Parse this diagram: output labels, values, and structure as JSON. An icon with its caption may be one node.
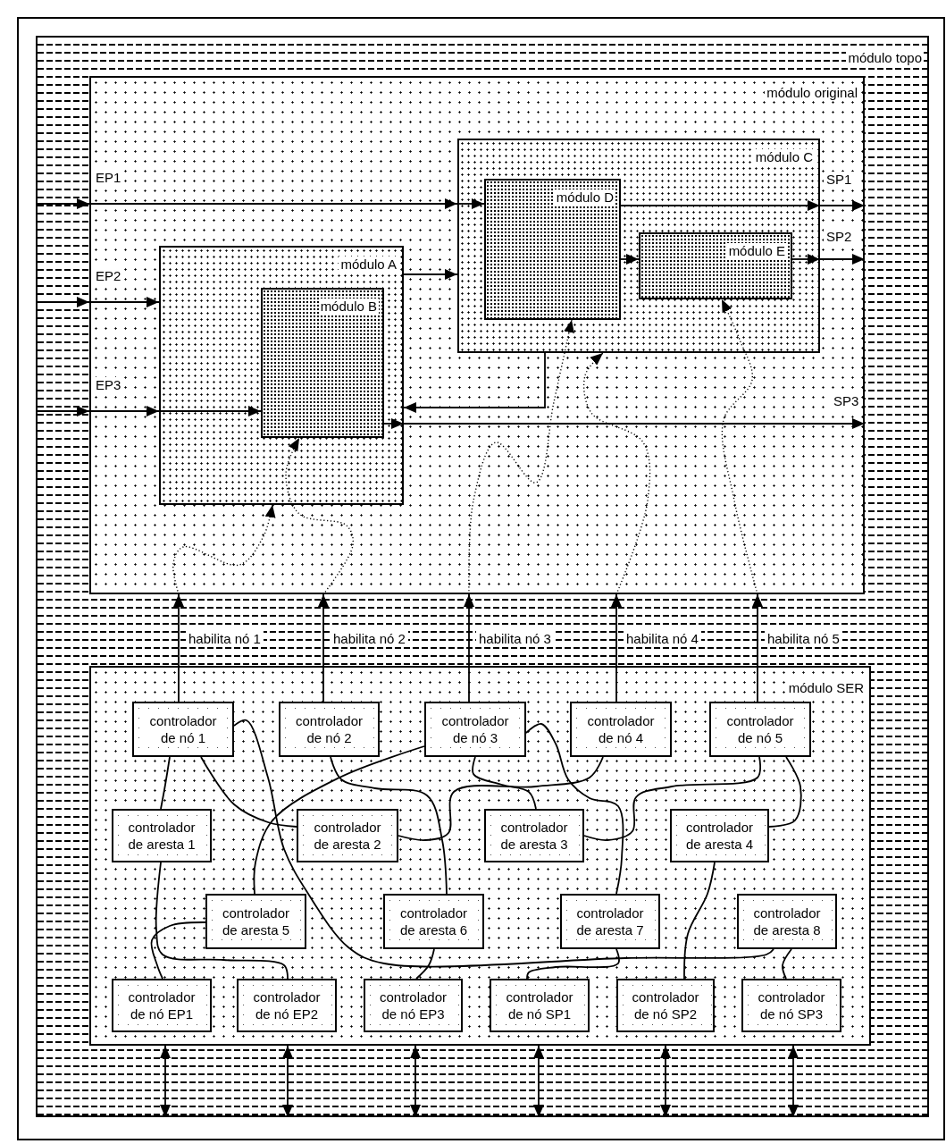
{
  "diagram": {
    "nodes": [
      {
        "text": [
          "módulo topo"
        ]
      },
      {
        "text": [
          "módulo original"
        ],
        "in": 0
      },
      {
        "text": [
          "módulo A"
        ],
        "in": 1
      },
      {
        "text": [
          "módulo B"
        ],
        "in": 2
      },
      {
        "text": [
          "módulo C"
        ],
        "in": 1
      },
      {
        "text": [
          "módulo D"
        ],
        "in": 4
      },
      {
        "text": [
          "módulo E"
        ],
        "in": 4
      },
      {
        "text": [
          "módulo SER"
        ],
        "in": 0
      },
      {
        "text": [
          "controlador de nó 1"
        ],
        "in": 7
      },
      {
        "text": [
          "controlador de nó 2"
        ],
        "in": 7
      },
      {
        "text": [
          "controlador de nó 3"
        ],
        "in": 7
      },
      {
        "text": [
          "controlador de nó 4"
        ],
        "in": 7
      },
      {
        "text": [
          "controlador de nó 5"
        ],
        "in": 7
      },
      {
        "text": [
          "controlador de aresta 1"
        ],
        "in": 7
      },
      {
        "text": [
          "controlador de aresta 2"
        ],
        "in": 7
      },
      {
        "text": [
          "controlador de aresta 3"
        ],
        "in": 7
      },
      {
        "text": [
          "controlador de aresta 4"
        ],
        "in": 7
      },
      {
        "text": [
          "controlador de aresta 5"
        ],
        "in": 7
      },
      {
        "text": [
          "controlador de aresta 6"
        ],
        "in": 7
      },
      {
        "text": [
          "controlador de aresta 7"
        ],
        "in": 7
      },
      {
        "text": [
          "controlador de aresta 8"
        ],
        "in": 7
      },
      {
        "text": [
          "controlador de nó EP1"
        ],
        "in": 7
      },
      {
        "text": [
          "controlador de nó EP2"
        ],
        "in": 7
      },
      {
        "text": [
          "controlador de nó EP3"
        ],
        "in": 7
      },
      {
        "text": [
          "controlador de nó SP1"
        ],
        "in": 7
      },
      {
        "text": [
          "controlador de nó SP2"
        ],
        "in": 7
      },
      {
        "text": [
          "controlador de nó SP3"
        ],
        "in": 7
      }
    ],
    "edges": [
      {
        "from": 0,
        "to": 1,
        "arrow": "to"
      },
      {
        "from": 1,
        "to": 4,
        "arrow": "to",
        "label": "EP1"
      },
      {
        "from": 4,
        "to": 5,
        "arrow": "to"
      },
      {
        "from": 0,
        "to": 1,
        "arrow": "to"
      },
      {
        "from": 1,
        "to": 2,
        "arrow": "to",
        "label": "EP2"
      },
      {
        "from": 2,
        "to": 4,
        "arrow": "to"
      },
      {
        "from": 0,
        "to": 1,
        "arrow": "to"
      },
      {
        "from": 1,
        "to": 2,
        "arrow": "to",
        "label": "EP3"
      },
      {
        "from": 2,
        "to": 3,
        "arrow": "to"
      },
      {
        "from": 3,
        "to": 2,
        "arrow": "to"
      },
      {
        "from": 2,
        "to": 1,
        "arrow": "to",
        "label": "SP3"
      },
      {
        "from": 4,
        "to": 2,
        "arrow": "to"
      },
      {
        "from": 5,
        "to": 4,
        "arrow": "to"
      },
      {
        "from": 4,
        "to": 1,
        "arrow": "to",
        "label": "SP1"
      },
      {
        "from": 5,
        "to": 6,
        "arrow": "to"
      },
      {
        "from": 6,
        "to": 4,
        "arrow": "to"
      },
      {
        "from": 4,
        "to": 1,
        "arrow": "to",
        "label": "SP2"
      },
      {
        "from": 8,
        "to": 1,
        "arrow": "to",
        "label": "habilita nó 1"
      },
      {
        "from": 9,
        "to": 1,
        "arrow": "to",
        "label": "habilita nó 2"
      },
      {
        "from": 10,
        "to": 1,
        "arrow": "to",
        "label": "habilita nó 3"
      },
      {
        "from": 11,
        "to": 1,
        "arrow": "to",
        "label": "habilita nó 4"
      },
      {
        "from": 12,
        "to": 1,
        "arrow": "to",
        "label": "habilita nó 5"
      },
      {
        "from": 1,
        "to": 2,
        "arrow": "to",
        "style": "dashed"
      },
      {
        "from": 1,
        "to": 3,
        "arrow": "to",
        "style": "dashed"
      },
      {
        "from": 1,
        "to": 5,
        "arrow": "to",
        "style": "dashed"
      },
      {
        "from": 1,
        "to": 4,
        "arrow": "to",
        "style": "dashed"
      },
      {
        "from": 1,
        "to": 6,
        "arrow": "to",
        "style": "dashed"
      },
      {
        "from": 8,
        "to": 13,
        "arrow": "none"
      },
      {
        "from": 8,
        "to": 14,
        "arrow": "none"
      },
      {
        "from": 8,
        "to": 20,
        "arrow": "none"
      },
      {
        "from": 9,
        "to": 18,
        "arrow": "none"
      },
      {
        "from": 10,
        "to": 17,
        "arrow": "none"
      },
      {
        "from": 10,
        "to": 15,
        "arrow": "none"
      },
      {
        "from": 10,
        "to": 19,
        "arrow": "none"
      },
      {
        "from": 11,
        "to": 14,
        "arrow": "none"
      },
      {
        "from": 12,
        "to": 15,
        "arrow": "none"
      },
      {
        "from": 12,
        "to": 16,
        "arrow": "none"
      },
      {
        "from": 13,
        "to": 22,
        "arrow": "none"
      },
      {
        "from": 17,
        "to": 21,
        "arrow": "none"
      },
      {
        "from": 18,
        "to": 23,
        "arrow": "none"
      },
      {
        "from": 19,
        "to": 24,
        "arrow": "none"
      },
      {
        "from": 16,
        "to": 25,
        "arrow": "none"
      },
      {
        "from": 20,
        "to": 26,
        "arrow": "none"
      },
      {
        "from": 7,
        "to": 0,
        "arrow": "both"
      },
      {
        "from": 7,
        "to": 0,
        "arrow": "both"
      },
      {
        "from": 7,
        "to": 0,
        "arrow": "both"
      },
      {
        "from": 7,
        "to": 0,
        "arrow": "both"
      },
      {
        "from": 7,
        "to": 0,
        "arrow": "both"
      },
      {
        "from": 7,
        "to": 0,
        "arrow": "both"
      }
    ]
  }
}
